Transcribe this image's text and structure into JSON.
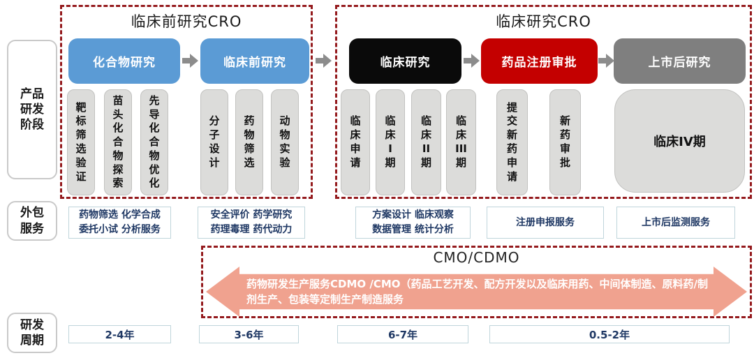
{
  "diagram": {
    "row_labels": {
      "stage": "产品\n研发\n阶段",
      "outsourcing": "外包\n服务",
      "cycle": "研发\n周期"
    },
    "groups": {
      "preclinical": {
        "title": "临床前研究CRO"
      },
      "clinical": {
        "title": "临床研究CRO"
      },
      "cmo": {
        "title": "CMO/CDMO",
        "arrow_text": "药物研发生产服务CDMO /CMO（药品工艺开发、配方开发以及临床用药、中间体制造、原料药/制剂生产、包装等定制生产制造服务"
      }
    },
    "stages": [
      {
        "label": "化合物研究"
      },
      {
        "label": "临床前研究"
      },
      {
        "label": "临床研究"
      },
      {
        "label": "药品注册审批"
      },
      {
        "label": "上市后研究"
      }
    ],
    "substeps": [
      {
        "text": "靶\n标\n筛\n选\n验\n证"
      },
      {
        "text": "苗\n头\n化\n合\n物\n探\n索"
      },
      {
        "text": "先\n导\n化\n合\n物\n优\n化"
      },
      {
        "text": "分\n子\n设\n计"
      },
      {
        "text": "药\n物\n筛\n选"
      },
      {
        "text": "动\n物\n实\n验"
      },
      {
        "text": "临\n床\n申\n请"
      },
      {
        "text": "临\n床\nI\n期"
      },
      {
        "text": "临\n床\nII\n期"
      },
      {
        "text": "临\n床\nIII\n期"
      },
      {
        "text": "提\n交\n新\n药\n申\n请"
      },
      {
        "text": "新\n药\n审\n批"
      },
      {
        "text": "临床IV期"
      }
    ],
    "services": [
      {
        "text": "药物筛选 化学合成\n委托小试 分析服务"
      },
      {
        "text": "安全评价 药学研究\n药理毒理 药代动力"
      },
      {
        "text": "方案设计 临床观察\n数据管理 统计分析"
      },
      {
        "text": "注册申报服务"
      },
      {
        "text": "上市后监测服务"
      }
    ],
    "cycles": [
      {
        "text": "2-4年"
      },
      {
        "text": "3-6年"
      },
      {
        "text": "6-7年"
      },
      {
        "text": "0.5-2年"
      }
    ],
    "colors": {
      "stage_blue": "#5B9BD5",
      "stage_black": "#0A0A0A",
      "stage_red": "#C40000",
      "stage_gray": "#7F7F7F",
      "substep_gray": "#DCDCDA",
      "dashed_border_red": "#941A1D",
      "cmo_arrow_salmon": "#F0A28F",
      "service_text_navy": "#1F3864",
      "flow_arrow_gray": "#8C8C8C"
    }
  }
}
